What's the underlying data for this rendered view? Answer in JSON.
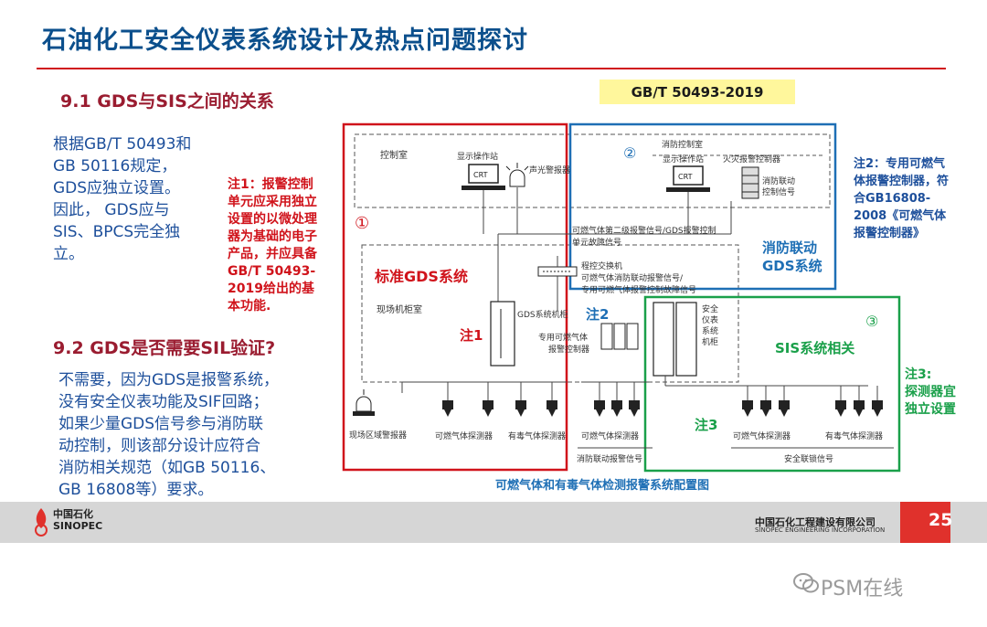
{
  "title": "石油化工安全仪表系统设计及热点问题探讨",
  "section1": {
    "heading": "9.1  GDS与SIS之间的关系",
    "lines": [
      "根据GB/T 50493和",
      "GB 50116规定，",
      "GDS应独立设置。",
      "因此， GDS应与",
      "SIS、BPCS完全独",
      "立。"
    ]
  },
  "section2": {
    "heading": "9.2  GDS是否需要SIL验证?",
    "lines": [
      "不需要，因为GDS是报警系统，",
      "没有安全仪表功能及SIF回路；",
      "如果少量GDS信号参与消防联",
      "动控制，则该部分设计应符合",
      "消防相关规范（如GB 50116、",
      "GB 16808等）要求。"
    ]
  },
  "standard_badge": "GB/T 50493-2019",
  "note1": {
    "lines": [
      "注1：报警控制",
      "单元应采用独立",
      "设置的以微处理",
      "器为基础的电子",
      "产品，并应具备",
      "GB/T 50493-",
      "2019给出的基",
      "本功能."
    ]
  },
  "note2": {
    "lines": [
      "注2：专用可燃气",
      "体报警控制器，符",
      "合GB16808-",
      "2008《可燃气体",
      "报警控制器》"
    ]
  },
  "note3": {
    "lines": [
      "注3:",
      "探测器宜",
      "独立设置"
    ]
  },
  "diagram": {
    "box1_number": "①",
    "box2_number": "②",
    "box3_number": "③",
    "box1_label": "标准GDS系统",
    "box2_label_lines": [
      "消防联动",
      "GDS系统"
    ],
    "box3_label": "SIS系统相关",
    "marker_note1": "注1",
    "marker_note2": "注2",
    "marker_note3": "注3",
    "control_room": "控制室",
    "fire_control_room": "消防控制室",
    "display_station": "显示操作站",
    "display_station_2": "显示操作站",
    "crt": "CRT",
    "crt_2": "CRT",
    "sound_light_alarm": "声光警报器",
    "fire_alarm_controller": "火灾报警控制器",
    "fire_linkage_lines": [
      "消防联动",
      "控制信号"
    ],
    "signal_line_top": "可燃气体第二级报警信号/GDS报警控制",
    "signal_line_top_2": "单元故障信号",
    "switch_lines": [
      "程控交换机",
      "可燃气体消防联动报警信号/",
      "专用可燃气体报警控制故障信号"
    ],
    "field_room": "现场机柜室",
    "gds_cabinet": "GDS系统机柜",
    "dedicated_controller_lines": [
      "专用可燃气体",
      "报警控制器"
    ],
    "sis_cabinet_lines": [
      "安全",
      "仪表",
      "系统",
      "机柜"
    ],
    "field_alarm": "现场区域警报器",
    "combustible_detector": "可燃气体探测器",
    "toxic_detector": "有毒气体探测器",
    "combustible_detector_2": "可燃气体探测器",
    "combustible_detector_3": "可燃气体探测器",
    "toxic_detector_2": "有毒气体探测器",
    "fire_linkage_signal": "消防联动报警信号",
    "safety_interlock_signal": "安全联锁信号",
    "caption": "可燃气体和有毒气体检测报警系统配置图"
  },
  "footer": {
    "logo_line1": "中国石化",
    "logo_line2": "SINOPEC",
    "company_cn": "中国石化工程建设有限公司",
    "company_en": "SINOPEC ENGINEERING INCORPORATION",
    "page": "25"
  },
  "watermark": "PSM在线",
  "colors": {
    "title_blue": "#0b4f8c",
    "heading_red": "#9a1c30",
    "note_red": "#d0131b",
    "box_blue": "#1e6fb5",
    "box_green": "#1aa04a",
    "page_box": "#e0312c"
  }
}
